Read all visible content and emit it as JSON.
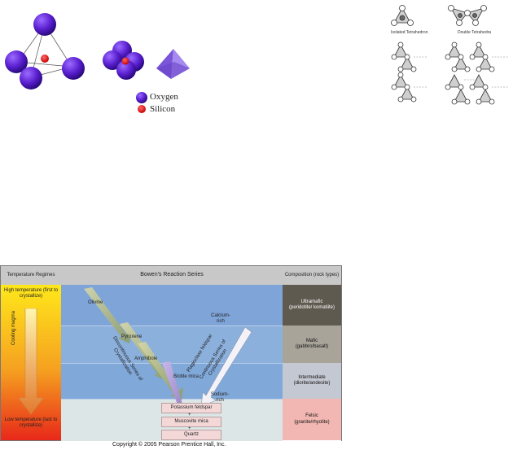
{
  "atoms_legend": {
    "oxygen": "Oxygen",
    "silicon": "Silicon"
  },
  "silicate_structures": {
    "isolated": "Isolated Tetrahedron",
    "double": "Double Tetrahedra"
  },
  "bowen": {
    "title": "Bowen's Reaction Series",
    "temperature_header": "Temperature Regimes",
    "composition_header": "Composition (rock types)",
    "high_temp": "High temperature (first to crystallize)",
    "low_temp": "Low temperature (last to crystallize)",
    "cooling": "Cooling magma",
    "discontinuous": "Discontinuous Series of Crystallization",
    "continuous": "Continuous Series of Crystallization",
    "plagioclase": "Plagioclase feldspar",
    "calcium_rich": "Calcium-rich",
    "sodium_rich": "Sodium-rich",
    "minerals": [
      "Olivine",
      "Pyroxene",
      "Amphibole",
      "Biotite mica"
    ],
    "final_minerals": [
      "Potassium feldspar",
      "Muscovite mica",
      "Quartz"
    ],
    "plus": "+",
    "compositions": [
      {
        "name": "Ultramafic",
        "detail": "(peridotite/ komatiite)",
        "color": "#5f5a4f"
      },
      {
        "name": "Mafic",
        "detail": "(gabbro/basalt)",
        "color": "#a8a49a"
      },
      {
        "name": "Intermediate",
        "detail": "(diorite/andesite)",
        "color": "#c4c8d2"
      },
      {
        "name": "Felsic",
        "detail": "(granite/rhyolite)",
        "color": "#f2b7b2"
      }
    ],
    "copyright": "Copyright © 2005 Pearson Prentice Hall, Inc."
  }
}
